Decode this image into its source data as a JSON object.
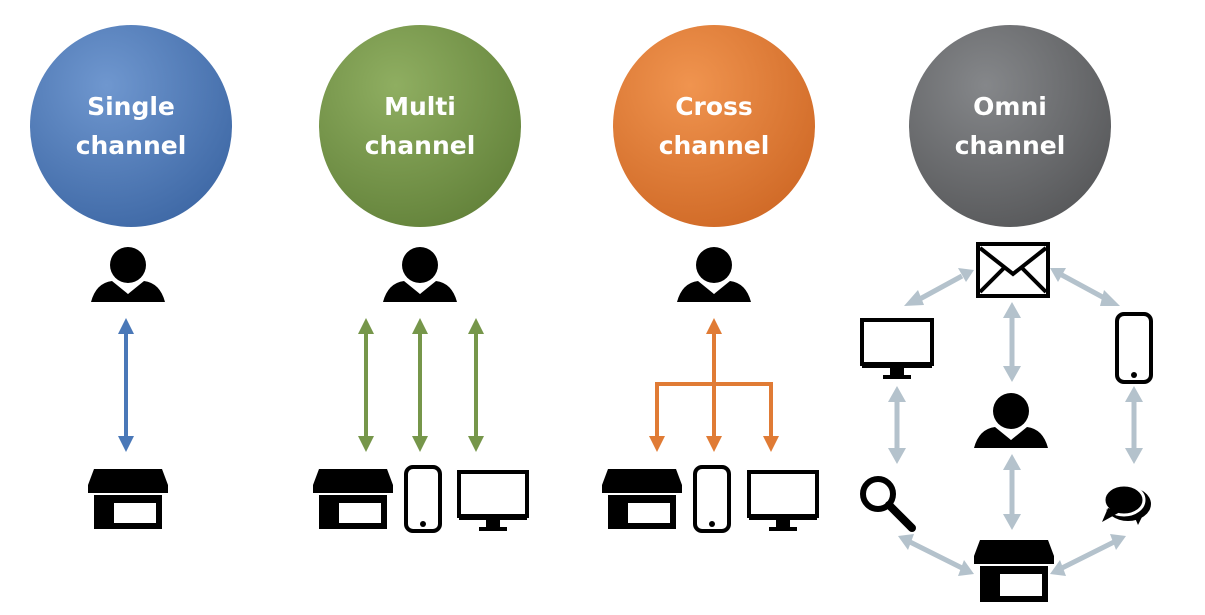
{
  "colors": {
    "single": "#4a78b8",
    "multi": "#76964a",
    "cross": "#e07b35",
    "omni": "#6a6b6c",
    "omni_arrow": "#b4c2cc",
    "icon": "#000000"
  },
  "panels": [
    {
      "key": "single",
      "line1": "Single",
      "line2": "channel"
    },
    {
      "key": "multi",
      "line1": "Multi",
      "line2": "channel"
    },
    {
      "key": "cross",
      "line1": "Cross",
      "line2": "channel"
    },
    {
      "key": "omni",
      "line1": "Omni",
      "line2": "channel"
    }
  ],
  "icons": {
    "single": [
      "person-icon",
      "store-icon"
    ],
    "multi": [
      "person-icon",
      "store-icon",
      "mobile-phone-icon",
      "desktop-monitor-icon"
    ],
    "cross": [
      "person-icon",
      "store-icon",
      "mobile-phone-icon",
      "desktop-monitor-icon"
    ],
    "omni": [
      "envelope-icon",
      "desktop-monitor-icon",
      "mobile-phone-icon",
      "person-icon",
      "search-icon",
      "chat-bubbles-icon",
      "store-icon"
    ]
  }
}
